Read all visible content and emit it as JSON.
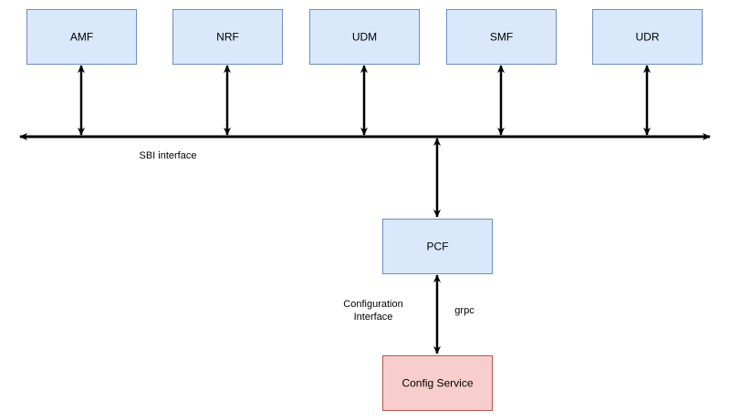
{
  "colors": {
    "nf_fill": "#dae8fc",
    "nf_stroke": "#6c8ebf",
    "config_fill": "#f8cecc",
    "config_stroke": "#b85450",
    "line": "#000000"
  },
  "nodes": {
    "amf": "AMF",
    "nrf": "NRF",
    "udm": "UDM",
    "smf": "SMF",
    "udr": "UDR",
    "pcf": "PCF",
    "config_service": "Config Service"
  },
  "labels": {
    "sbi_interface": "SBI interface",
    "configuration_line1": "Configuration",
    "configuration_line2": "Interface",
    "grpc": "grpc"
  }
}
